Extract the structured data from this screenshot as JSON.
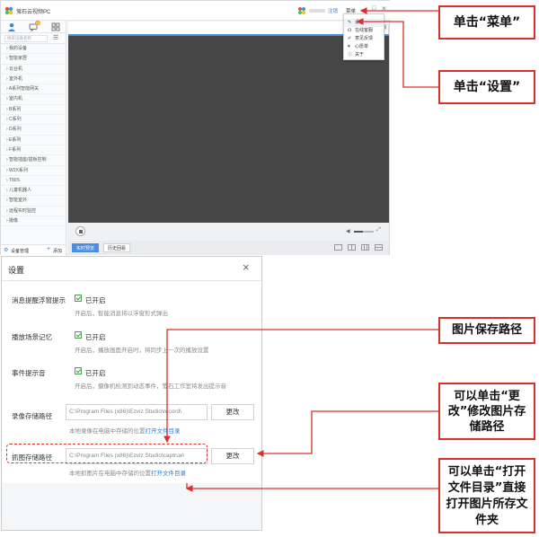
{
  "app": {
    "title": "萤石云视频PC",
    "login_label": "注销",
    "menu_label": "菜单",
    "notification_count": "99",
    "menu_items": [
      {
        "label": "设置",
        "icon": "wrench-icon"
      },
      {
        "label": "在线客服",
        "icon": "headset-icon"
      },
      {
        "label": "意见反馈",
        "icon": "edit-icon"
      },
      {
        "label": "心愿单",
        "icon": "heart-icon"
      },
      {
        "label": "关于",
        "icon": "info-icon"
      }
    ],
    "top_right_label": "查看更多视频",
    "search_placeholder": "搜索设备名称",
    "sidebar_items": [
      "我的设备",
      "智能家居",
      "云台机",
      "室外机",
      "A系列智能网关",
      "室内机",
      "B系列",
      "C系列",
      "D系列",
      "E系列",
      "F系列",
      "智能插座/插板控制",
      "W2X系列",
      "T80S",
      "儿童机器人",
      "智能室外",
      "远程实时监控",
      "摄像"
    ],
    "sidebar_footer": {
      "device_mgmt": "设备管理",
      "add": "添加"
    },
    "bottom_tabs": [
      "实时预览",
      "历史回看"
    ]
  },
  "dialog": {
    "title": "设置",
    "close_label": "×",
    "rows": [
      {
        "label": "消息提醒浮窗提示",
        "value": "已开启",
        "hint": "开启后，智能消息将以浮窗形式弹出"
      },
      {
        "label": "播放场景记忆",
        "value": "已开启",
        "hint": "开启后，播放画面开启时，将同步上一次的播放设置"
      },
      {
        "label": "事件提示音",
        "value": "已开启",
        "hint": "开启后，摄像机检测到动态事件，萤石工作室将发出提示音"
      }
    ],
    "record_path": {
      "label": "录像存储路径",
      "value": "C:\\Program Files (x86)\\Ezviz Studio\\record\\",
      "button": "更改",
      "hint": "本地录像在电脑中存储的位置",
      "link": "打开文件目录"
    },
    "capture_path": {
      "label": "抓图存储路径",
      "value": "C:\\Program Files (x86)\\Ezviz Studio\\captrue\\",
      "button": "更改",
      "hint": "本地抓图片在电脑中存储的位置",
      "link": "打开文件目录"
    }
  },
  "callouts": {
    "click_menu": "单击“菜单”",
    "click_settings": "单击“设置”",
    "image_path": "图片保存路径",
    "change_path": "可以单击“更改”修改图片存储路径",
    "open_dir": "可以单击“打开文件目录”直接打开图片所存文件夹"
  },
  "colors": {
    "accent_red": "#d9302a",
    "link_blue": "#2f7fd8",
    "video_bg": "#464646",
    "check_green": "#4aa04a"
  }
}
